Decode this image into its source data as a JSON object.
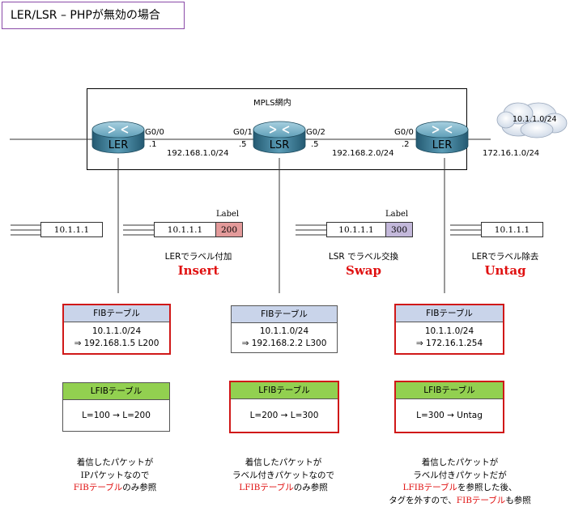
{
  "title": "LER/LSR – PHPが無効の場合",
  "network": {
    "label": "MPLS網内",
    "cloud_label": "10.1.1.0/24",
    "routers": [
      {
        "name": "LER"
      },
      {
        "name": "LSR"
      },
      {
        "name": "LER"
      }
    ],
    "interfaces": {
      "ler1_g": "G0/0",
      "ler1_ip": ".1",
      "lsr_g1": "G0/1",
      "lsr_ip1": ".5",
      "lsr_g2": "G0/2",
      "lsr_ip2": ".5",
      "ler2_g": "G0/0",
      "ler2_ip": ".2"
    },
    "subnets": [
      "192.168.1.0/24",
      "192.168.2.0/24",
      "172.16.1.0/24"
    ]
  },
  "packets": [
    {
      "ip": "10.1.1.1"
    },
    {
      "ip": "10.1.1.1",
      "label_caption": "Label",
      "label": "200",
      "label_color": "#e39a9a"
    },
    {
      "ip": "10.1.1.1",
      "label_caption": "Label",
      "label": "300",
      "label_color": "#c3b8da"
    },
    {
      "ip": "10.1.1.1"
    }
  ],
  "operations": [
    {
      "desc": "LERでラベル付加",
      "op": "Insert"
    },
    {
      "desc": "LSR でラベル交換",
      "op": "Swap"
    },
    {
      "desc": "LERでラベル除去",
      "op": "Untag"
    }
  ],
  "fib_tables": [
    {
      "header": "FIBテーブル",
      "line1": "10.1.1.0/24",
      "line2": "⇒  192.168.1.5 L200"
    },
    {
      "header": "FIBテーブル",
      "line1": "10.1.1.0/24",
      "line2": "⇒  192.168.2.2 L300"
    },
    {
      "header": "FIBテーブル",
      "line1": "10.1.1.0/24",
      "line2": "⇒  172.16.1.254"
    }
  ],
  "lfib_tables": [
    {
      "header": "LFIBテーブル",
      "entry": "L=100  →  L=200"
    },
    {
      "header": "LFIBテーブル",
      "entry": "L=200  →  L=300"
    },
    {
      "header": "LFIBテーブル",
      "entry": "L=300  →  Untag"
    }
  ],
  "notes": [
    {
      "l1": "着信したパケットが",
      "l2": "IPパケットなので",
      "l3_red": "FIBテーブル",
      "l3_rest": "のみ参照"
    },
    {
      "l1": "着信したパケットが",
      "l2": "ラベル付きパケットなので",
      "l3_red": "LFIBテーブル",
      "l3_rest": "のみ参照"
    },
    {
      "l1": "着信したパケットが",
      "l2": "ラベル付きパケットだが",
      "l3_red": "LFIBテーブル",
      "l3_rest": "を参照した後、",
      "l4_pre": "タグを外すので、",
      "l4_red": "FIBテーブル",
      "l4_rest": "も参照"
    }
  ],
  "colors": {
    "highlight": "#d01818",
    "fib_header": "#c9d4ea",
    "lfib_header": "#92d050",
    "router": "#3e7f9a"
  }
}
